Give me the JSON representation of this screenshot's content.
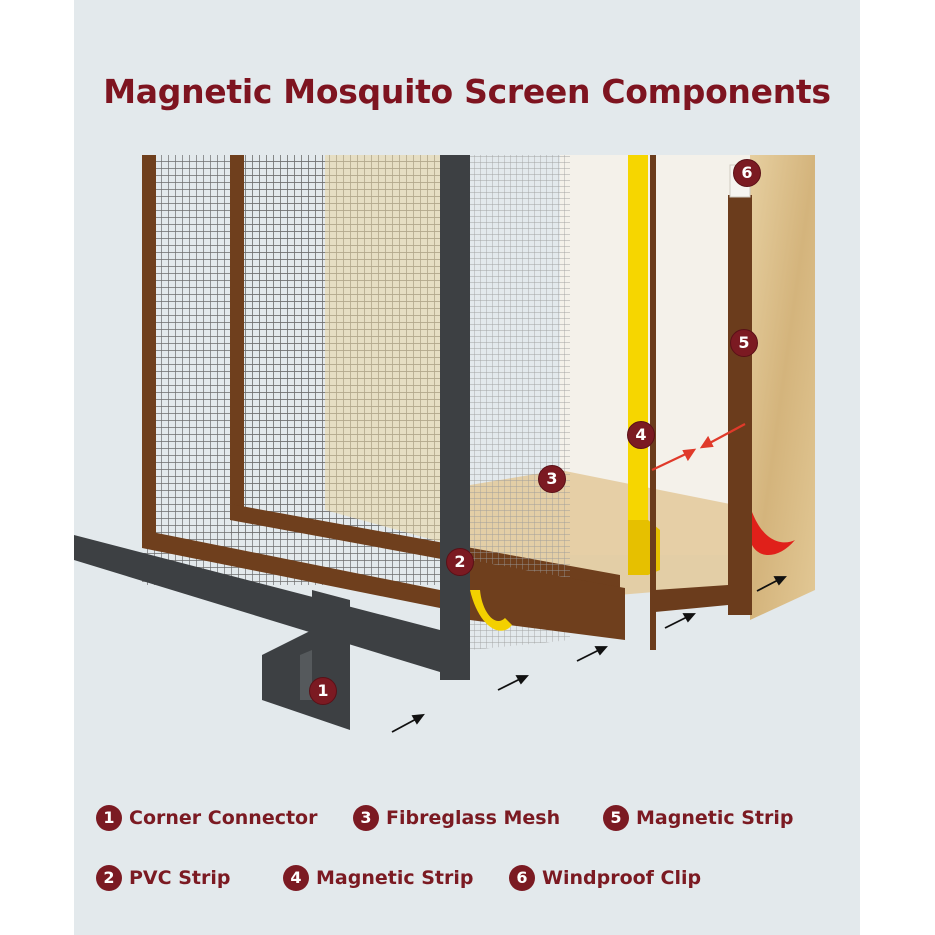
{
  "title": "Magnetic Mosquito Screen Components",
  "markers": [
    "1",
    "2",
    "3",
    "4",
    "5",
    "6"
  ],
  "components": [
    {
      "num": "1",
      "label": "Corner Connector"
    },
    {
      "num": "2",
      "label": "PVC Strip"
    },
    {
      "num": "3",
      "label": "Fibreglass Mesh"
    },
    {
      "num": "4",
      "label": "Magnetic Strip"
    },
    {
      "num": "5",
      "label": "Magnetic Strip"
    },
    {
      "num": "6",
      "label": "Windproof Clip"
    }
  ],
  "colors": {
    "accent": "#7b1a22",
    "frame_gray": "#3c3f42",
    "strip_brown": "#6b3c1c",
    "magnet_yellow": "#f5d400",
    "wood": "#d8bc8a"
  }
}
